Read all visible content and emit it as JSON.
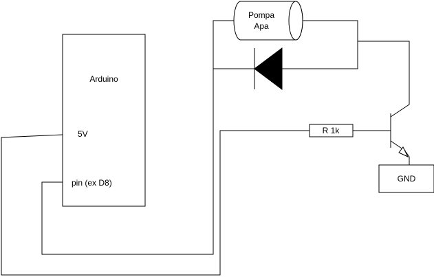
{
  "arduino": {
    "title": "Arduino",
    "pin_5v": "5V",
    "pin_d8": "pin (ex D8)"
  },
  "pump": {
    "line1": "Pompa",
    "line2": "Apa"
  },
  "resistor": {
    "label": "R 1k"
  },
  "ground": {
    "label": "GND"
  },
  "colors": {
    "stroke": "#000000",
    "background": "#ffffff"
  }
}
